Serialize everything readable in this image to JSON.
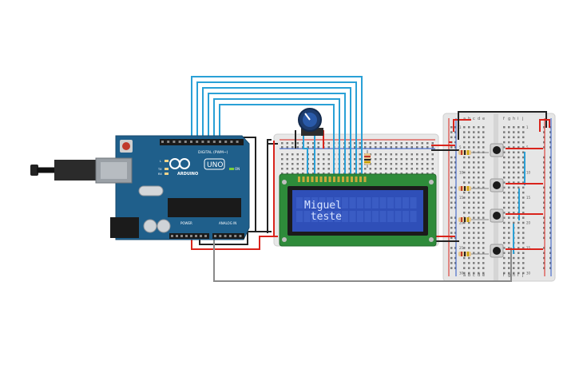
{
  "arduino": {
    "brand": "ARDUINO",
    "model": "UNO",
    "digital_label": "DIGITAL (PWM~)",
    "power_label": "POWER",
    "analog_label": "ANALOG IN",
    "led_labels": [
      "L",
      "TX",
      "RX"
    ],
    "on_label": "ON",
    "board_color": "#1f5f8b"
  },
  "lcd": {
    "line1": "Miguel",
    "line2": " teste",
    "screen_color": "#2f4fb8",
    "text_color": "#d8e4ff",
    "pcb_color": "#2e8b3a"
  },
  "breadboard_right": {
    "column_letters": [
      "a",
      "b",
      "c",
      "d",
      "e",
      "f",
      "g",
      "h",
      "i",
      "j"
    ],
    "row_numbers": [
      "1",
      "5",
      "10",
      "15",
      "20",
      "25",
      "30"
    ]
  },
  "wire_colors": {
    "data": "#2aa0d6",
    "power": "#d9241c",
    "ground": "#222222",
    "signal": "#8a8a8a"
  }
}
